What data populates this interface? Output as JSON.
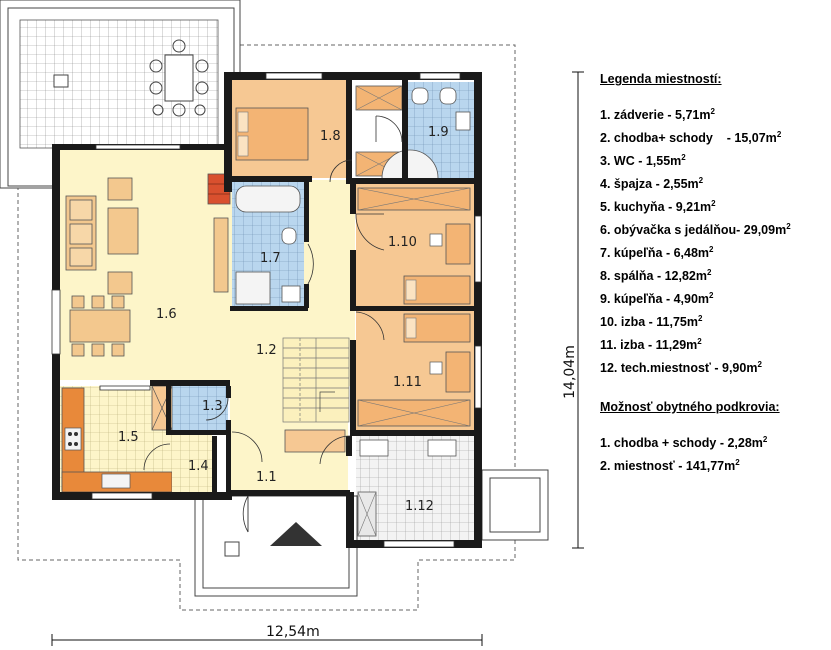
{
  "legend": {
    "title": "Legenda miestností:",
    "items": [
      {
        "text": "1. zádverie - 5,71m",
        "sup": "2"
      },
      {
        "text": "2. chodba+ schody    - 15,07m",
        "sup": "2"
      },
      {
        "text": "3. WC - 1,55m",
        "sup": "2"
      },
      {
        "text": "4. špajza - 2,55m",
        "sup": "2"
      },
      {
        "text": "5. kuchyňa - 9,21m",
        "sup": "2"
      },
      {
        "text": "6. obývačka s jedálňou- 29,09m",
        "sup": "2"
      },
      {
        "text": "7. kúpeľňa - 6,48m",
        "sup": "2"
      },
      {
        "text": "8. spálňa - 12,82m",
        "sup": "2"
      },
      {
        "text": "9. kúpeľňa - 4,90m",
        "sup": "2"
      },
      {
        "text": "10. izba - 11,75m",
        "sup": "2"
      },
      {
        "text": "11. izba - 11,29m",
        "sup": "2"
      },
      {
        "text": "12. tech.miestnosť - 9,90m",
        "sup": "2"
      }
    ],
    "attic_title": "Možnosť obytného podkrovia:",
    "attic_items": [
      {
        "text": "1. chodba + schody - 2,28m",
        "sup": "2"
      },
      {
        "text": "2. miestnosť - 141,77m",
        "sup": "2"
      }
    ]
  },
  "dimensions": {
    "width_label": "12,54m",
    "height_label": "14,04m"
  },
  "rooms": {
    "r1_1": "1.1",
    "r1_2": "1.2",
    "r1_3": "1.3",
    "r1_4": "1.4",
    "r1_5": "1.5",
    "r1_6": "1.6",
    "r1_7": "1.7",
    "r1_8": "1.8",
    "r1_9": "1.9",
    "r1_10": "1.10",
    "r1_11": "1.11",
    "r1_12": "1.12"
  },
  "colors": {
    "wall": "#1a1a1a",
    "living": "#fdf5c9",
    "bedroom": "#f6c893",
    "bath_tile": "#b9d6ee",
    "tile_grid": "#8a8a8a",
    "kitchen_counter": "#e8893a",
    "terrace": "#ffffff"
  }
}
